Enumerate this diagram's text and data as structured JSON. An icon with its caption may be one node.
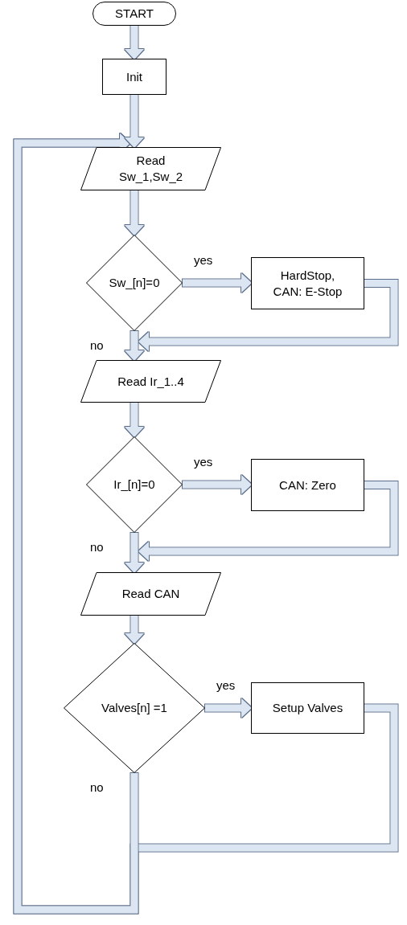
{
  "diagram": {
    "nodes": [
      {
        "text": [
          "START"
        ]
      },
      {
        "text": [
          "Init"
        ]
      },
      {
        "text": [
          "Read Sw_1,Sw_2"
        ]
      },
      {
        "text": [
          "Sw_[n]=0"
        ]
      },
      {
        "text": [
          "HardStop, CAN: E-Stop"
        ]
      },
      {
        "text": [
          "Read Ir_1..4"
        ]
      },
      {
        "text": [
          "Ir_[n]=0"
        ]
      },
      {
        "text": [
          "CAN: Zero"
        ]
      },
      {
        "text": [
          "Read CAN"
        ]
      },
      {
        "text": [
          "Valves[n] =1"
        ]
      },
      {
        "text": [
          "Setup Valves"
        ]
      }
    ],
    "edges": [
      {
        "from": 0,
        "to": 1,
        "arrow": "to"
      },
      {
        "from": 1,
        "to": 2,
        "arrow": "to"
      },
      {
        "from": 2,
        "to": 3,
        "arrow": "to"
      },
      {
        "from": 3,
        "to": 4,
        "arrow": "to",
        "label": "yes"
      },
      {
        "from": 3,
        "to": 5,
        "arrow": "to",
        "label": "no"
      },
      {
        "from": 4,
        "to": 5,
        "arrow": "to"
      },
      {
        "from": 5,
        "to": 6,
        "arrow": "to"
      },
      {
        "from": 6,
        "to": 7,
        "arrow": "to",
        "label": "yes"
      },
      {
        "from": 6,
        "to": 8,
        "arrow": "to",
        "label": "no"
      },
      {
        "from": 7,
        "to": 8,
        "arrow": "to"
      },
      {
        "from": 8,
        "to": 9,
        "arrow": "to"
      },
      {
        "from": 9,
        "to": 10,
        "arrow": "to",
        "label": "yes"
      },
      {
        "from": 9,
        "to": 2,
        "arrow": "to",
        "label": "no"
      },
      {
        "from": 10,
        "to": 2,
        "arrow": "to"
      }
    ]
  }
}
